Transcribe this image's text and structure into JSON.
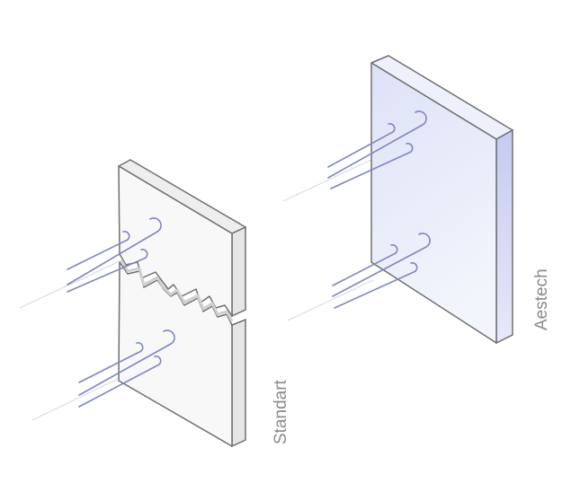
{
  "panels": {
    "standard": {
      "label": "Standart",
      "state": "cracked",
      "face_color": "#f7f7f7"
    },
    "aestech": {
      "label": "Aestech",
      "state": "intact",
      "face_color": "#e4e8f8"
    }
  },
  "colors": {
    "wind": "#7f86c4",
    "outline": "#707070",
    "label": "#8a8a8a"
  },
  "icons": [
    "wind-gust-icon"
  ]
}
